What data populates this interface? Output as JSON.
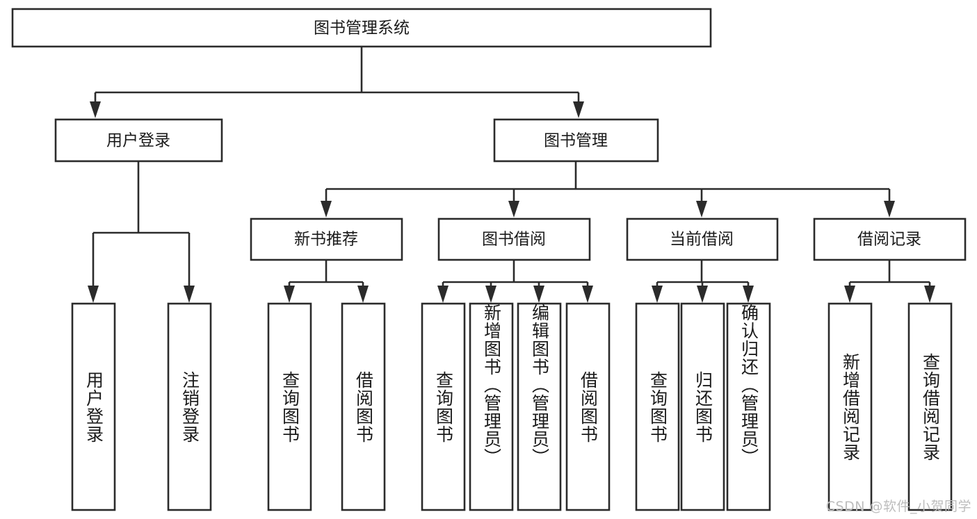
{
  "diagram": {
    "type": "tree",
    "title": "图书管理系统",
    "watermark": "CSDN @软件_小贺同学",
    "colors": {
      "stroke": "#2b2b2b",
      "fill": "#ffffff",
      "text": "#1a1a1a",
      "watermark": "#bdbdbd"
    },
    "root": {
      "label": "图书管理系统"
    },
    "level2": [
      {
        "label": "用户登录"
      },
      {
        "label": "图书管理"
      }
    ],
    "level3": [
      {
        "label": "新书推荐"
      },
      {
        "label": "图书借阅"
      },
      {
        "label": "当前借阅"
      },
      {
        "label": "借阅记录"
      }
    ],
    "leaves": {
      "user_login": [
        {
          "label": "用户登录"
        },
        {
          "label": "注销登录"
        }
      ],
      "new_book_recommend": [
        {
          "label": "查询图书"
        },
        {
          "label": "借阅图书"
        }
      ],
      "book_borrow": [
        {
          "label": "查询图书"
        },
        {
          "label": "新增图书（管理员）"
        },
        {
          "label": "编辑图书（管理员）"
        },
        {
          "label": "借阅图书"
        }
      ],
      "current_borrow": [
        {
          "label": "查询图书"
        },
        {
          "label": "归还图书"
        },
        {
          "label": "确认归还（管理员）"
        }
      ],
      "borrow_record": [
        {
          "label": "新增借阅记录"
        },
        {
          "label": "查询借阅记录"
        }
      ]
    }
  }
}
